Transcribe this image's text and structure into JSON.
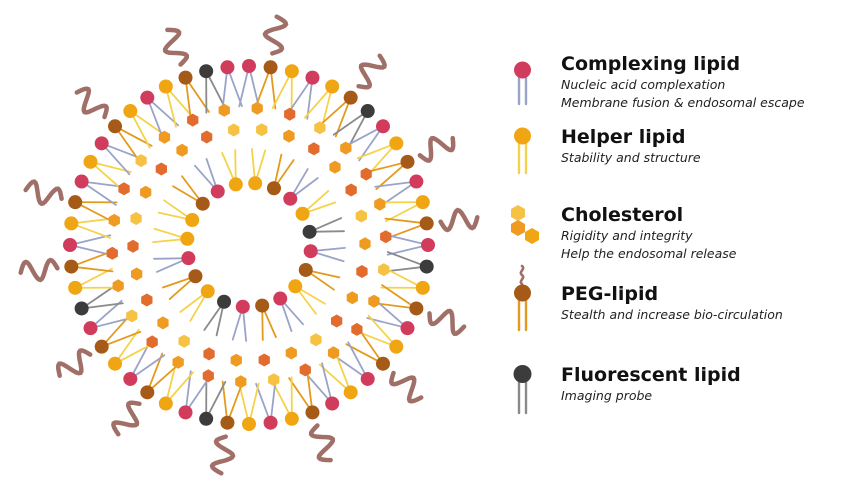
{
  "legend": {
    "items": [
      {
        "key": "complexing",
        "title": "Complexing lipid",
        "desc": [
          "Nucleic acid complexation",
          "Membrane fusion & endosomal escape"
        ],
        "icon": "complexing-lipid-icon"
      },
      {
        "key": "helper",
        "title": "Helper lipid",
        "desc": [
          "Stability and structure"
        ],
        "icon": "helper-lipid-icon"
      },
      {
        "key": "cholesterol",
        "title": "Cholesterol",
        "desc": [
          "Rigidity and integrity",
          "Help the endosomal release"
        ],
        "icon": "cholesterol-icon"
      },
      {
        "key": "peg",
        "title": "PEG-lipid",
        "desc": [
          "Stealth and increase bio-circulation"
        ],
        "icon": "peg-lipid-icon"
      },
      {
        "key": "fluorescent",
        "title": "Fluorescent lipid",
        "desc": [
          "Imaging probe"
        ],
        "icon": "fluorescent-lipid-icon"
      }
    ]
  },
  "colors": {
    "complexing_head": "#d23c5c",
    "complexing_tail": "#9aa3c9",
    "helper_head": "#f0a513",
    "helper_tail": "#f6d24a",
    "cholesterol_a": "#f6c244",
    "cholesterol_b": "#ef9a21",
    "cholesterol_c": "#e26b2e",
    "peg_head": "#a55a17",
    "peg_tail": "#e39a1f",
    "peg_chain": "#a06f68",
    "fluorescent_head": "#3c3c3c",
    "fluorescent_tail": "#8a8a8a"
  }
}
